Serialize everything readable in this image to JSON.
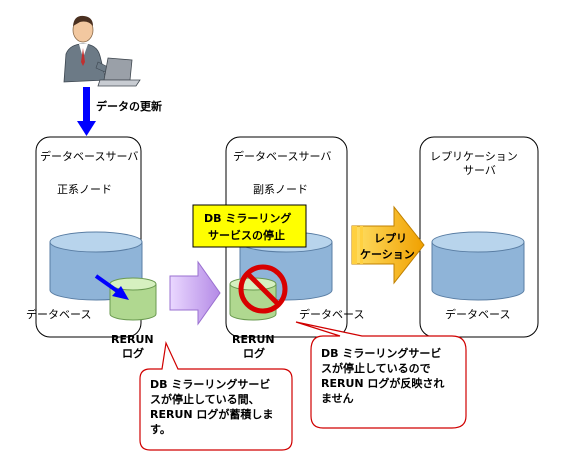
{
  "user_action_label": "データの更新",
  "servers": {
    "primary": {
      "title": "データベースサーバ",
      "node": "正系ノード",
      "db_label": "データベース"
    },
    "secondary": {
      "title": "データベースサーバ",
      "node": "副系ノード",
      "db_label": "データベース"
    },
    "replication": {
      "title_line1": "レプリケーション",
      "title_line2": "サーバ",
      "db_label": "データベース"
    }
  },
  "rerun_log": {
    "line1": "RERUN",
    "line2": "ログ"
  },
  "mirroring_stopped": {
    "line1": "DB ミラーリング",
    "line2": "サービスの停止"
  },
  "replication_arrow": {
    "line1": "レプリ",
    "line2": "ケーション"
  },
  "callout_left": {
    "line1": "DB ミラーリングサービ",
    "line2": "スが停止している間、",
    "line3": "RERUN ログが蓄積しま",
    "line4": "す。"
  },
  "callout_right": {
    "line1": "DB ミラーリングサービ",
    "line2": "スが停止しているので",
    "line3": "RERUN ログが反映され",
    "line4": "ません"
  },
  "colors": {
    "db_top": "#b8d4ec",
    "db_body": "#8fb4d8",
    "log_top": "#d6f0c0",
    "log_body": "#b0d890",
    "arrow_blue": "#0000ff",
    "arrow_purple": "#c9a6f2",
    "arrow_orange": "#f0a800",
    "stop_red": "#d80000",
    "callout_border": "#d00000",
    "label_yellow": "#ffff00"
  }
}
